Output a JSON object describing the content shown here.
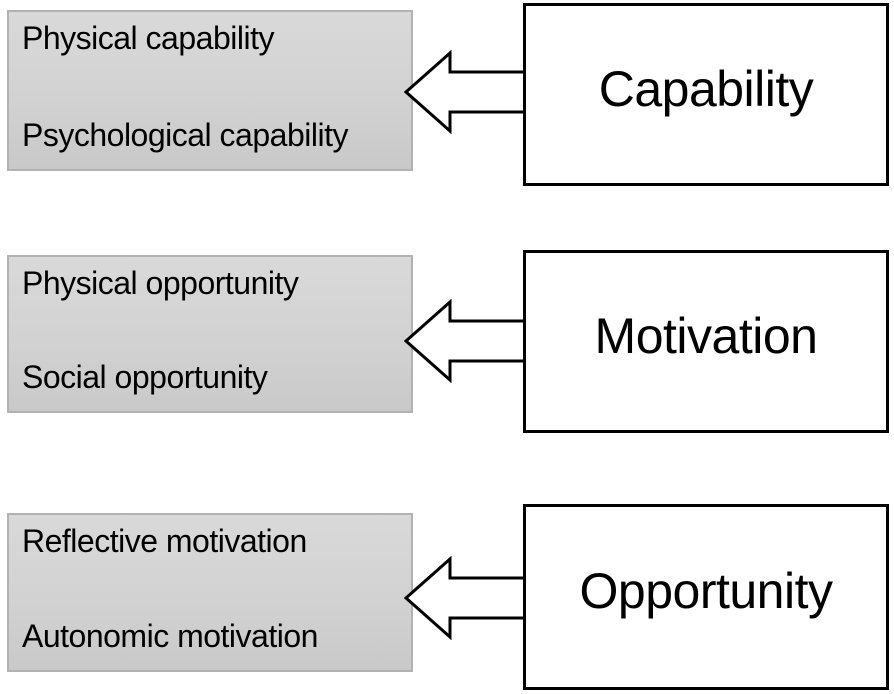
{
  "diagram": {
    "rows": [
      {
        "sources": [
          "Physical capability",
          "Psychological capability"
        ],
        "target": "Capability"
      },
      {
        "sources": [
          "Physical opportunity",
          "Social opportunity"
        ],
        "target": "Motivation"
      },
      {
        "sources": [
          "Reflective motivation",
          "Autonomic motivation"
        ],
        "target": "Opportunity"
      }
    ],
    "arrow_direction": "left",
    "colors": {
      "source_box_gradient_top": "#d9d9d9",
      "source_box_gradient_bottom": "#c9c9c9",
      "source_box_border": "#b2b2b2",
      "target_box_fill": "#ffffff",
      "target_box_border": "#000000",
      "arrow_fill": "#ffffff",
      "arrow_outline": "#000000",
      "text": "#000000",
      "background": "#ffffff"
    }
  }
}
